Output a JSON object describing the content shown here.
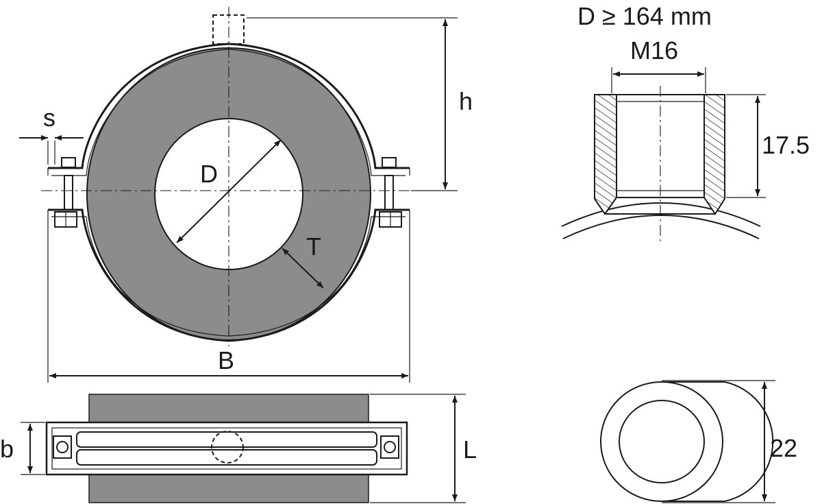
{
  "labels": {
    "s": "s",
    "h": "h",
    "D": "D",
    "T": "T",
    "B": "B",
    "b": "b",
    "L": "L",
    "condition": "D ≥ 164 mm",
    "thread": "M16",
    "nut_height": "17.5",
    "washer_size": "22"
  },
  "colors": {
    "line": "#1a1a1a",
    "insulation": "#8c8c8c",
    "background": "#ffffff"
  }
}
